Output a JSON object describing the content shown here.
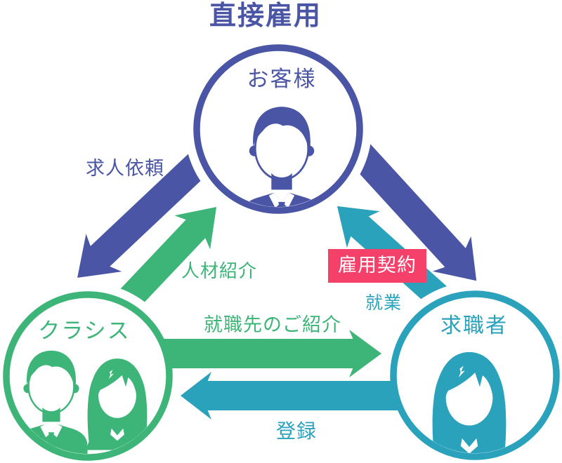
{
  "title": "直接雇用",
  "colors": {
    "blue": "#4A55A6",
    "green": "#3EB578",
    "teal": "#2BA2BC",
    "pink": "#F5406A",
    "background": "#FFFFFF"
  },
  "nodes": {
    "customer": {
      "label": "お客様",
      "icon": "businessman-icon",
      "color": "#4A55A6"
    },
    "company": {
      "label": "クラシス",
      "icon": "business-pair-icon",
      "color": "#3EB578"
    },
    "jobseeker": {
      "label": "求職者",
      "icon": "businesswoman-icon",
      "color": "#2BA2BC"
    }
  },
  "arrows": {
    "job_request": {
      "label": "求人依頼",
      "from": "customer",
      "to": "company",
      "color": "#4A55A6"
    },
    "referral": {
      "label": "人材紹介",
      "from": "company",
      "to": "customer",
      "color": "#3EB578"
    },
    "direct_hire": {
      "label": "",
      "from": "customer",
      "to": "jobseeker",
      "color": "#4A55A6"
    },
    "employment": {
      "label": "就業",
      "from": "jobseeker",
      "to": "customer",
      "color": "#2BA2BC"
    },
    "job_introduction": {
      "label": "就職先のご紹介",
      "from": "company",
      "to": "jobseeker",
      "color": "#3EB578"
    },
    "registration": {
      "label": "登録",
      "from": "jobseeker",
      "to": "company",
      "color": "#2BA2BC"
    }
  },
  "badge": {
    "label": "雇用契約",
    "background": "#F5406A",
    "text_color": "#FFFFFF"
  }
}
